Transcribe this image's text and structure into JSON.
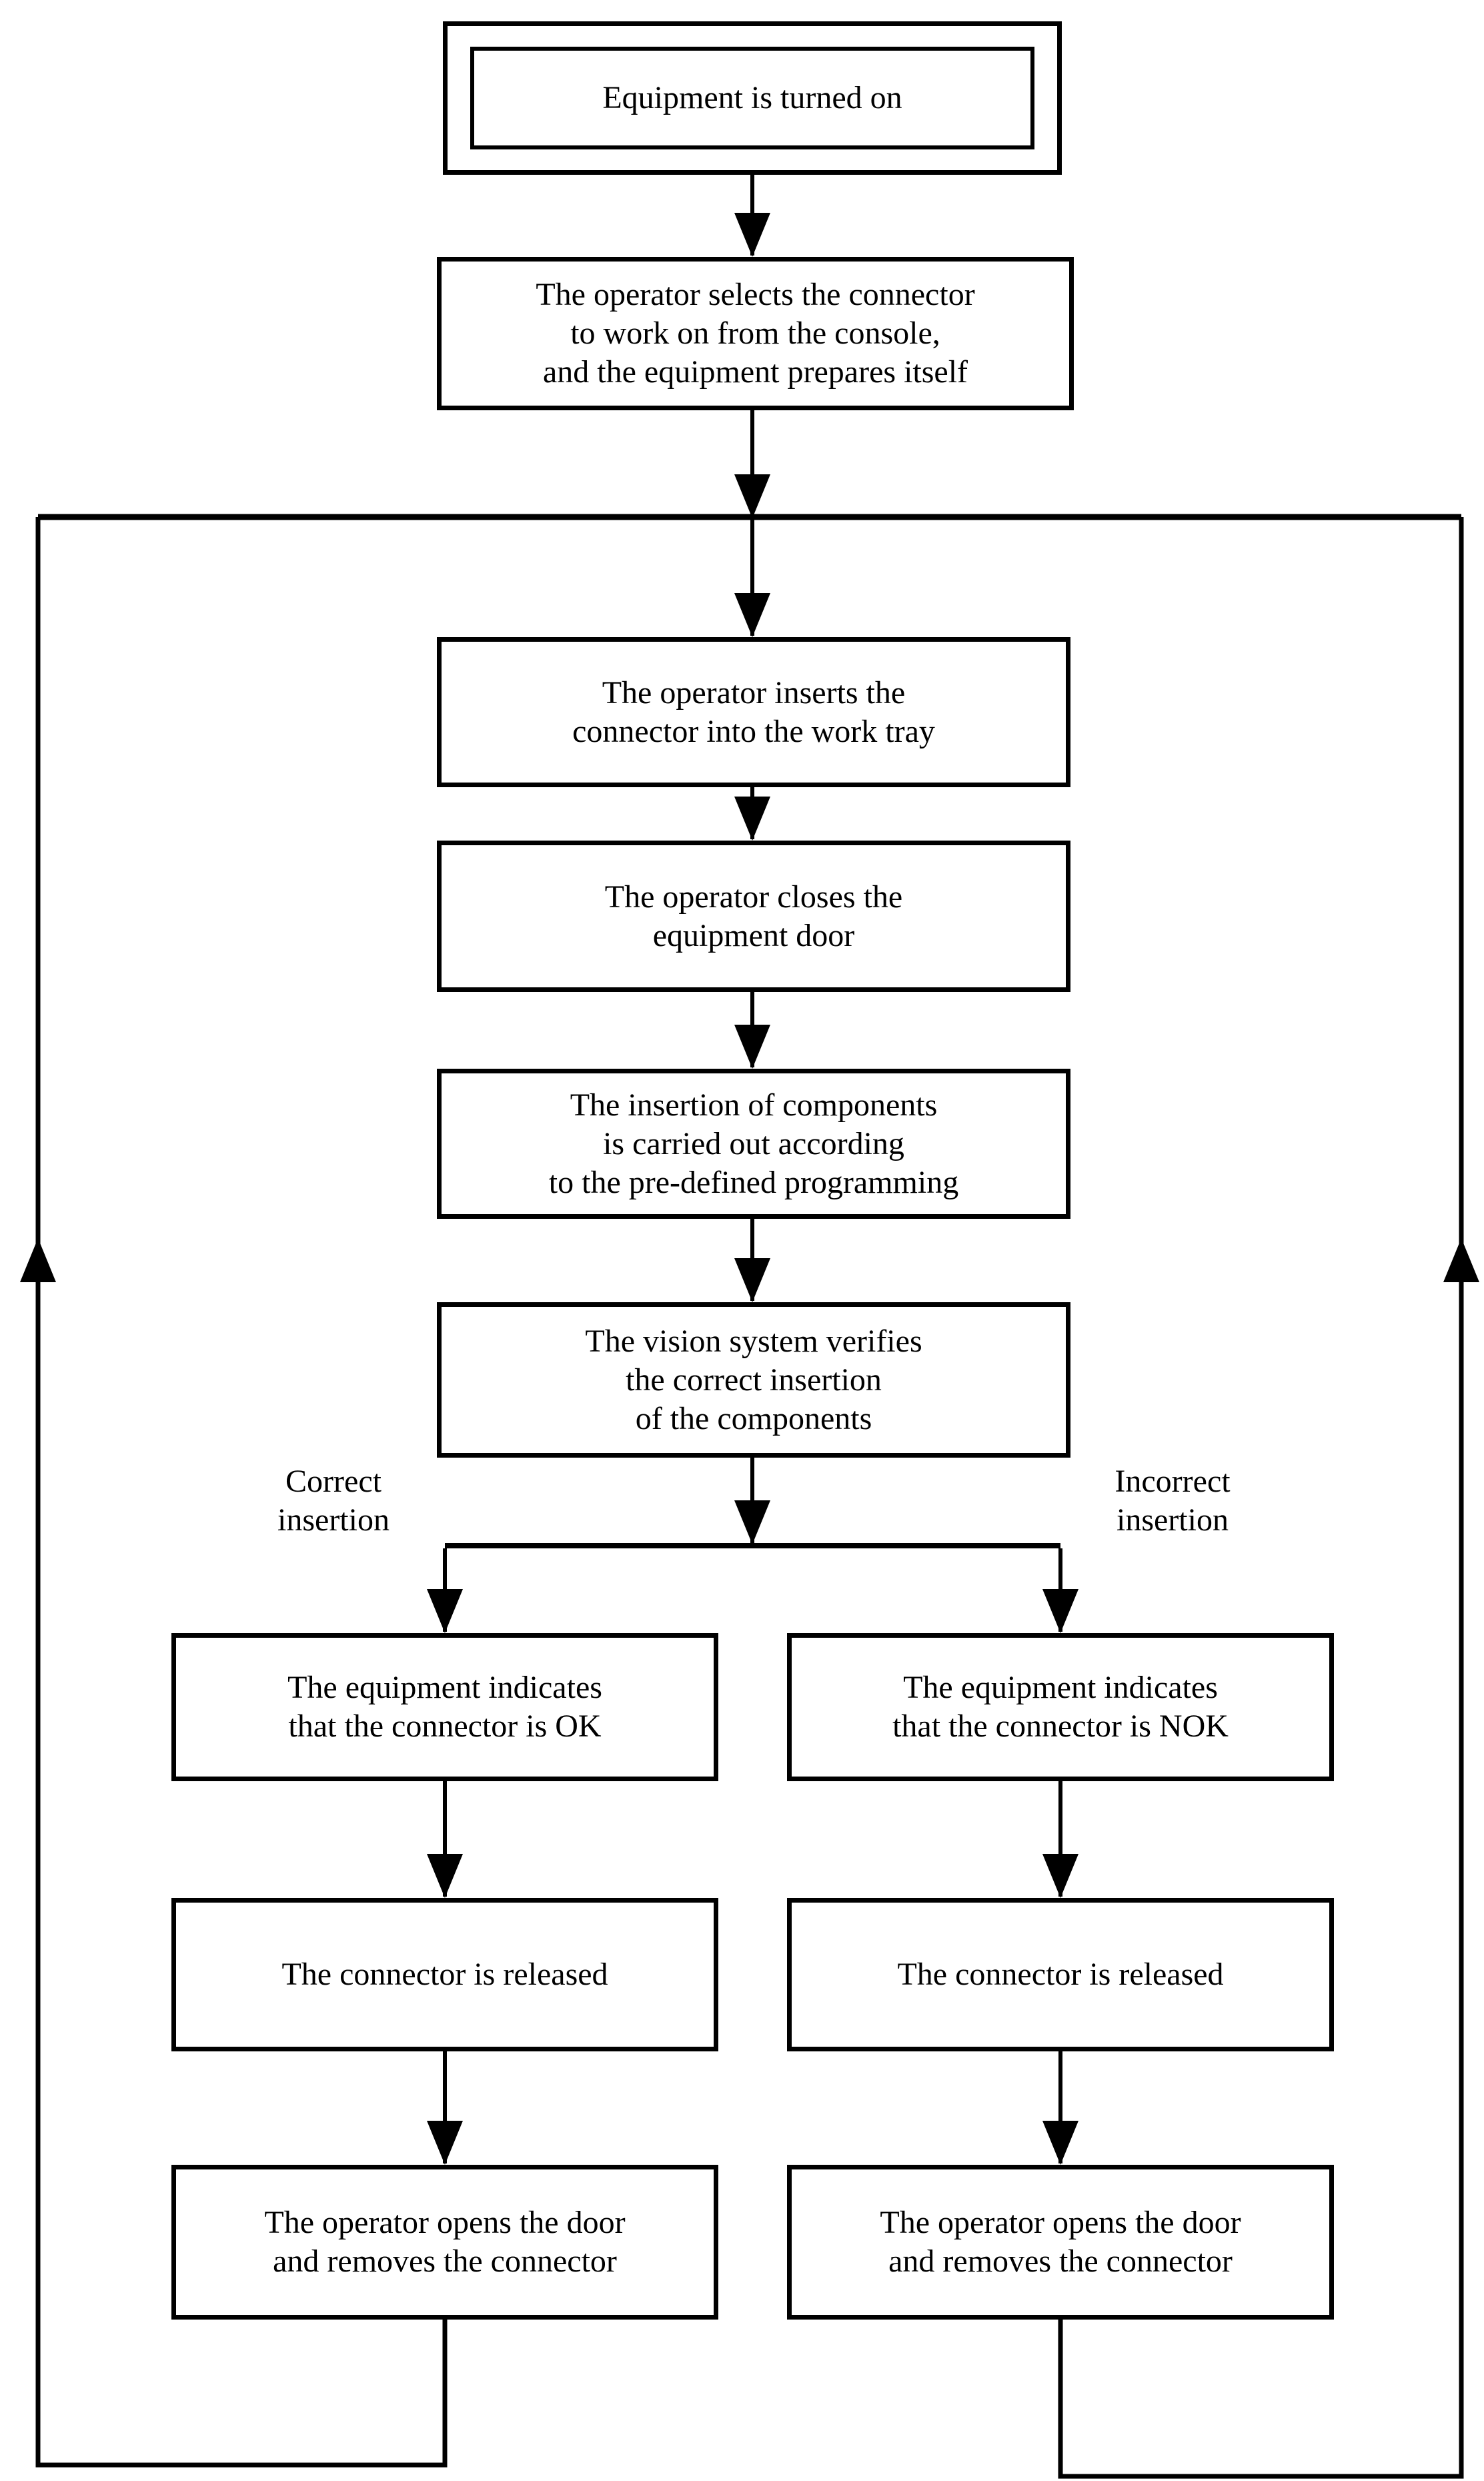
{
  "diagram": {
    "type": "flowchart",
    "background_color": "#ffffff",
    "line_color": "#000000",
    "text_color": "#000000",
    "nodes": {
      "start": {
        "label": "Equipment is turned on",
        "shape": "double-rectangle"
      },
      "select": {
        "label": "The operator selects the connector\nto work on from the console,\nand the equipment prepares itself",
        "shape": "rectangle"
      },
      "insert": {
        "label": "The operator inserts the\nconnector into the work tray",
        "shape": "rectangle"
      },
      "close_door": {
        "label": "The operator closes the\nequipment door",
        "shape": "rectangle"
      },
      "program": {
        "label": "The insertion of components\nis carried out according\nto the pre-defined programming",
        "shape": "rectangle"
      },
      "vision": {
        "label": "The vision system verifies\nthe correct insertion\nof the components",
        "shape": "rectangle"
      },
      "ok": {
        "label": "The equipment indicates\nthat the connector is OK",
        "shape": "rectangle"
      },
      "nok": {
        "label": "The equipment indicates\nthat the connector is NOK",
        "shape": "rectangle"
      },
      "released_left": {
        "label": "The connector is released",
        "shape": "rectangle"
      },
      "released_right": {
        "label": "The connector is released",
        "shape": "rectangle"
      },
      "open_left": {
        "label": "The operator opens the door\nand removes the connector",
        "shape": "rectangle"
      },
      "open_right": {
        "label": "The operator opens the door\nand removes the connector",
        "shape": "rectangle"
      }
    },
    "branch_labels": {
      "left": "Correct\ninsertion",
      "right": "Incorrect\ninsertion"
    }
  }
}
